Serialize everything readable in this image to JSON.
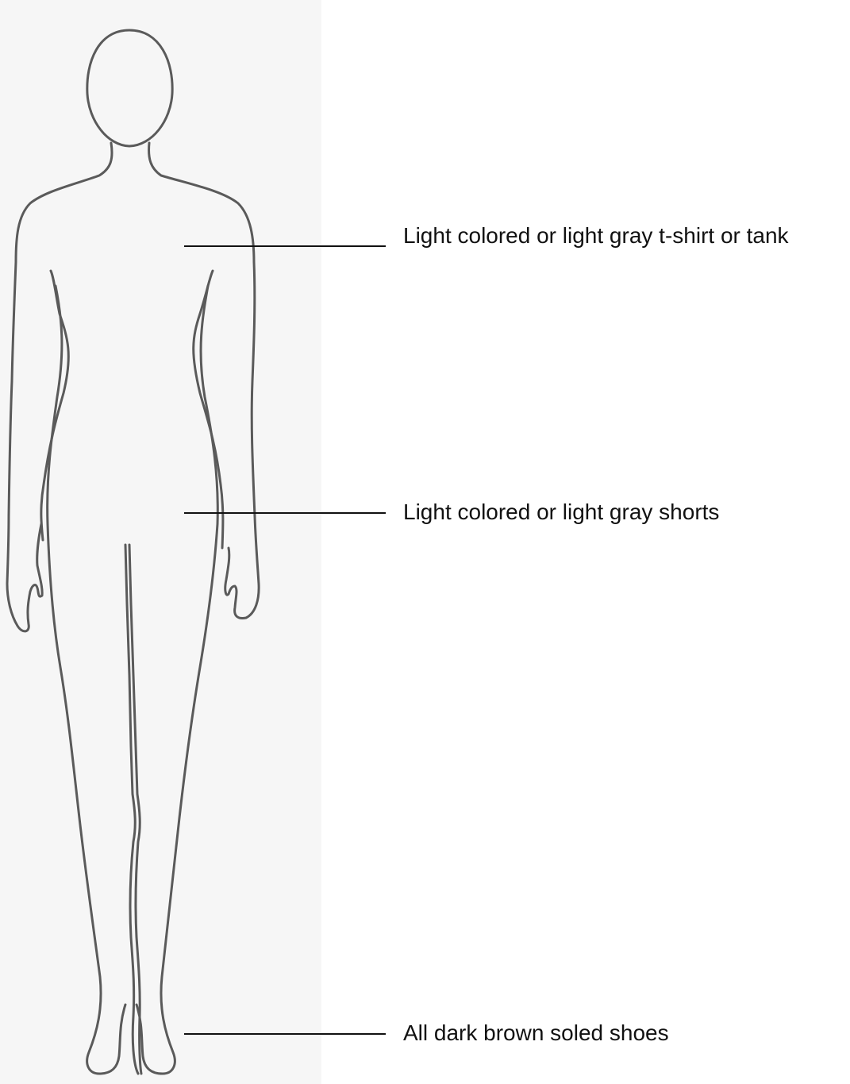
{
  "annotations": [
    {
      "id": "shirt",
      "text": "Light colored or light gray t-shirt or tank"
    },
    {
      "id": "shorts",
      "text": "Light colored or light gray shorts"
    },
    {
      "id": "shoes",
      "text": "All dark brown soled shoes"
    }
  ],
  "colors": {
    "background": "#ffffff",
    "paper": "#f6f6f6",
    "outline": "#5a5a5a",
    "leader_line": "#111111",
    "text": "#111111"
  },
  "figure": {
    "subject": "front-view human body outline sketch"
  }
}
